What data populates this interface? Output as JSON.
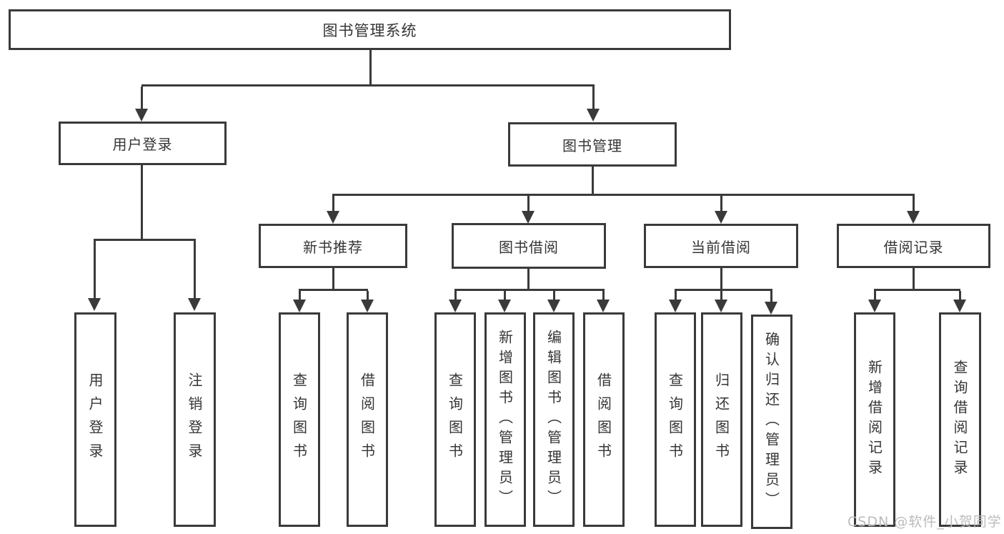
{
  "tree": {
    "label": "图书管理系统",
    "children": [
      {
        "label": "用户登录",
        "children": [
          {
            "label": "用户登录"
          },
          {
            "label": "注销登录"
          }
        ]
      },
      {
        "label": "图书管理",
        "children": [
          {
            "label": "新书推荐",
            "children": [
              {
                "label": "查询图书"
              },
              {
                "label": "借阅图书"
              }
            ]
          },
          {
            "label": "图书借阅",
            "children": [
              {
                "label": "查询图书"
              },
              {
                "label": "新增图书（管理员）"
              },
              {
                "label": "编辑图书（管理员）"
              },
              {
                "label": "借阅图书"
              }
            ]
          },
          {
            "label": "当前借阅",
            "children": [
              {
                "label": "查询图书"
              },
              {
                "label": "归还图书"
              },
              {
                "label": "确认归还（管理员）"
              }
            ]
          },
          {
            "label": "借阅记录",
            "children": [
              {
                "label": "新增借阅记录"
              },
              {
                "label": "查询借阅记录"
              }
            ]
          }
        ]
      }
    ]
  },
  "watermark": {
    "text": "CSDN @软件_小贺同学"
  },
  "colors": {
    "line": "#3a3a3a",
    "box_border": "#3a3a3a",
    "box_background": "#ffffff",
    "text": "#353535",
    "watermark": "#bcbcbc",
    "page_background": "#ffffff"
  }
}
